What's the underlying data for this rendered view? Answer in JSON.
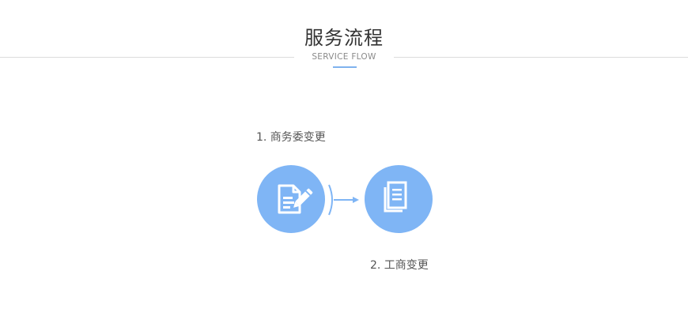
{
  "header": {
    "title": "服务流程",
    "subtitle": "SERVICE FLOW"
  },
  "steps": [
    {
      "label": "1. 商务委变更",
      "icon": "document-edit-icon"
    },
    {
      "label": "2. 工商变更",
      "icon": "documents-icon"
    }
  ],
  "colors": {
    "accent": "#7fb5f5",
    "title_text": "#333333",
    "rule": "#dcdcdc"
  }
}
